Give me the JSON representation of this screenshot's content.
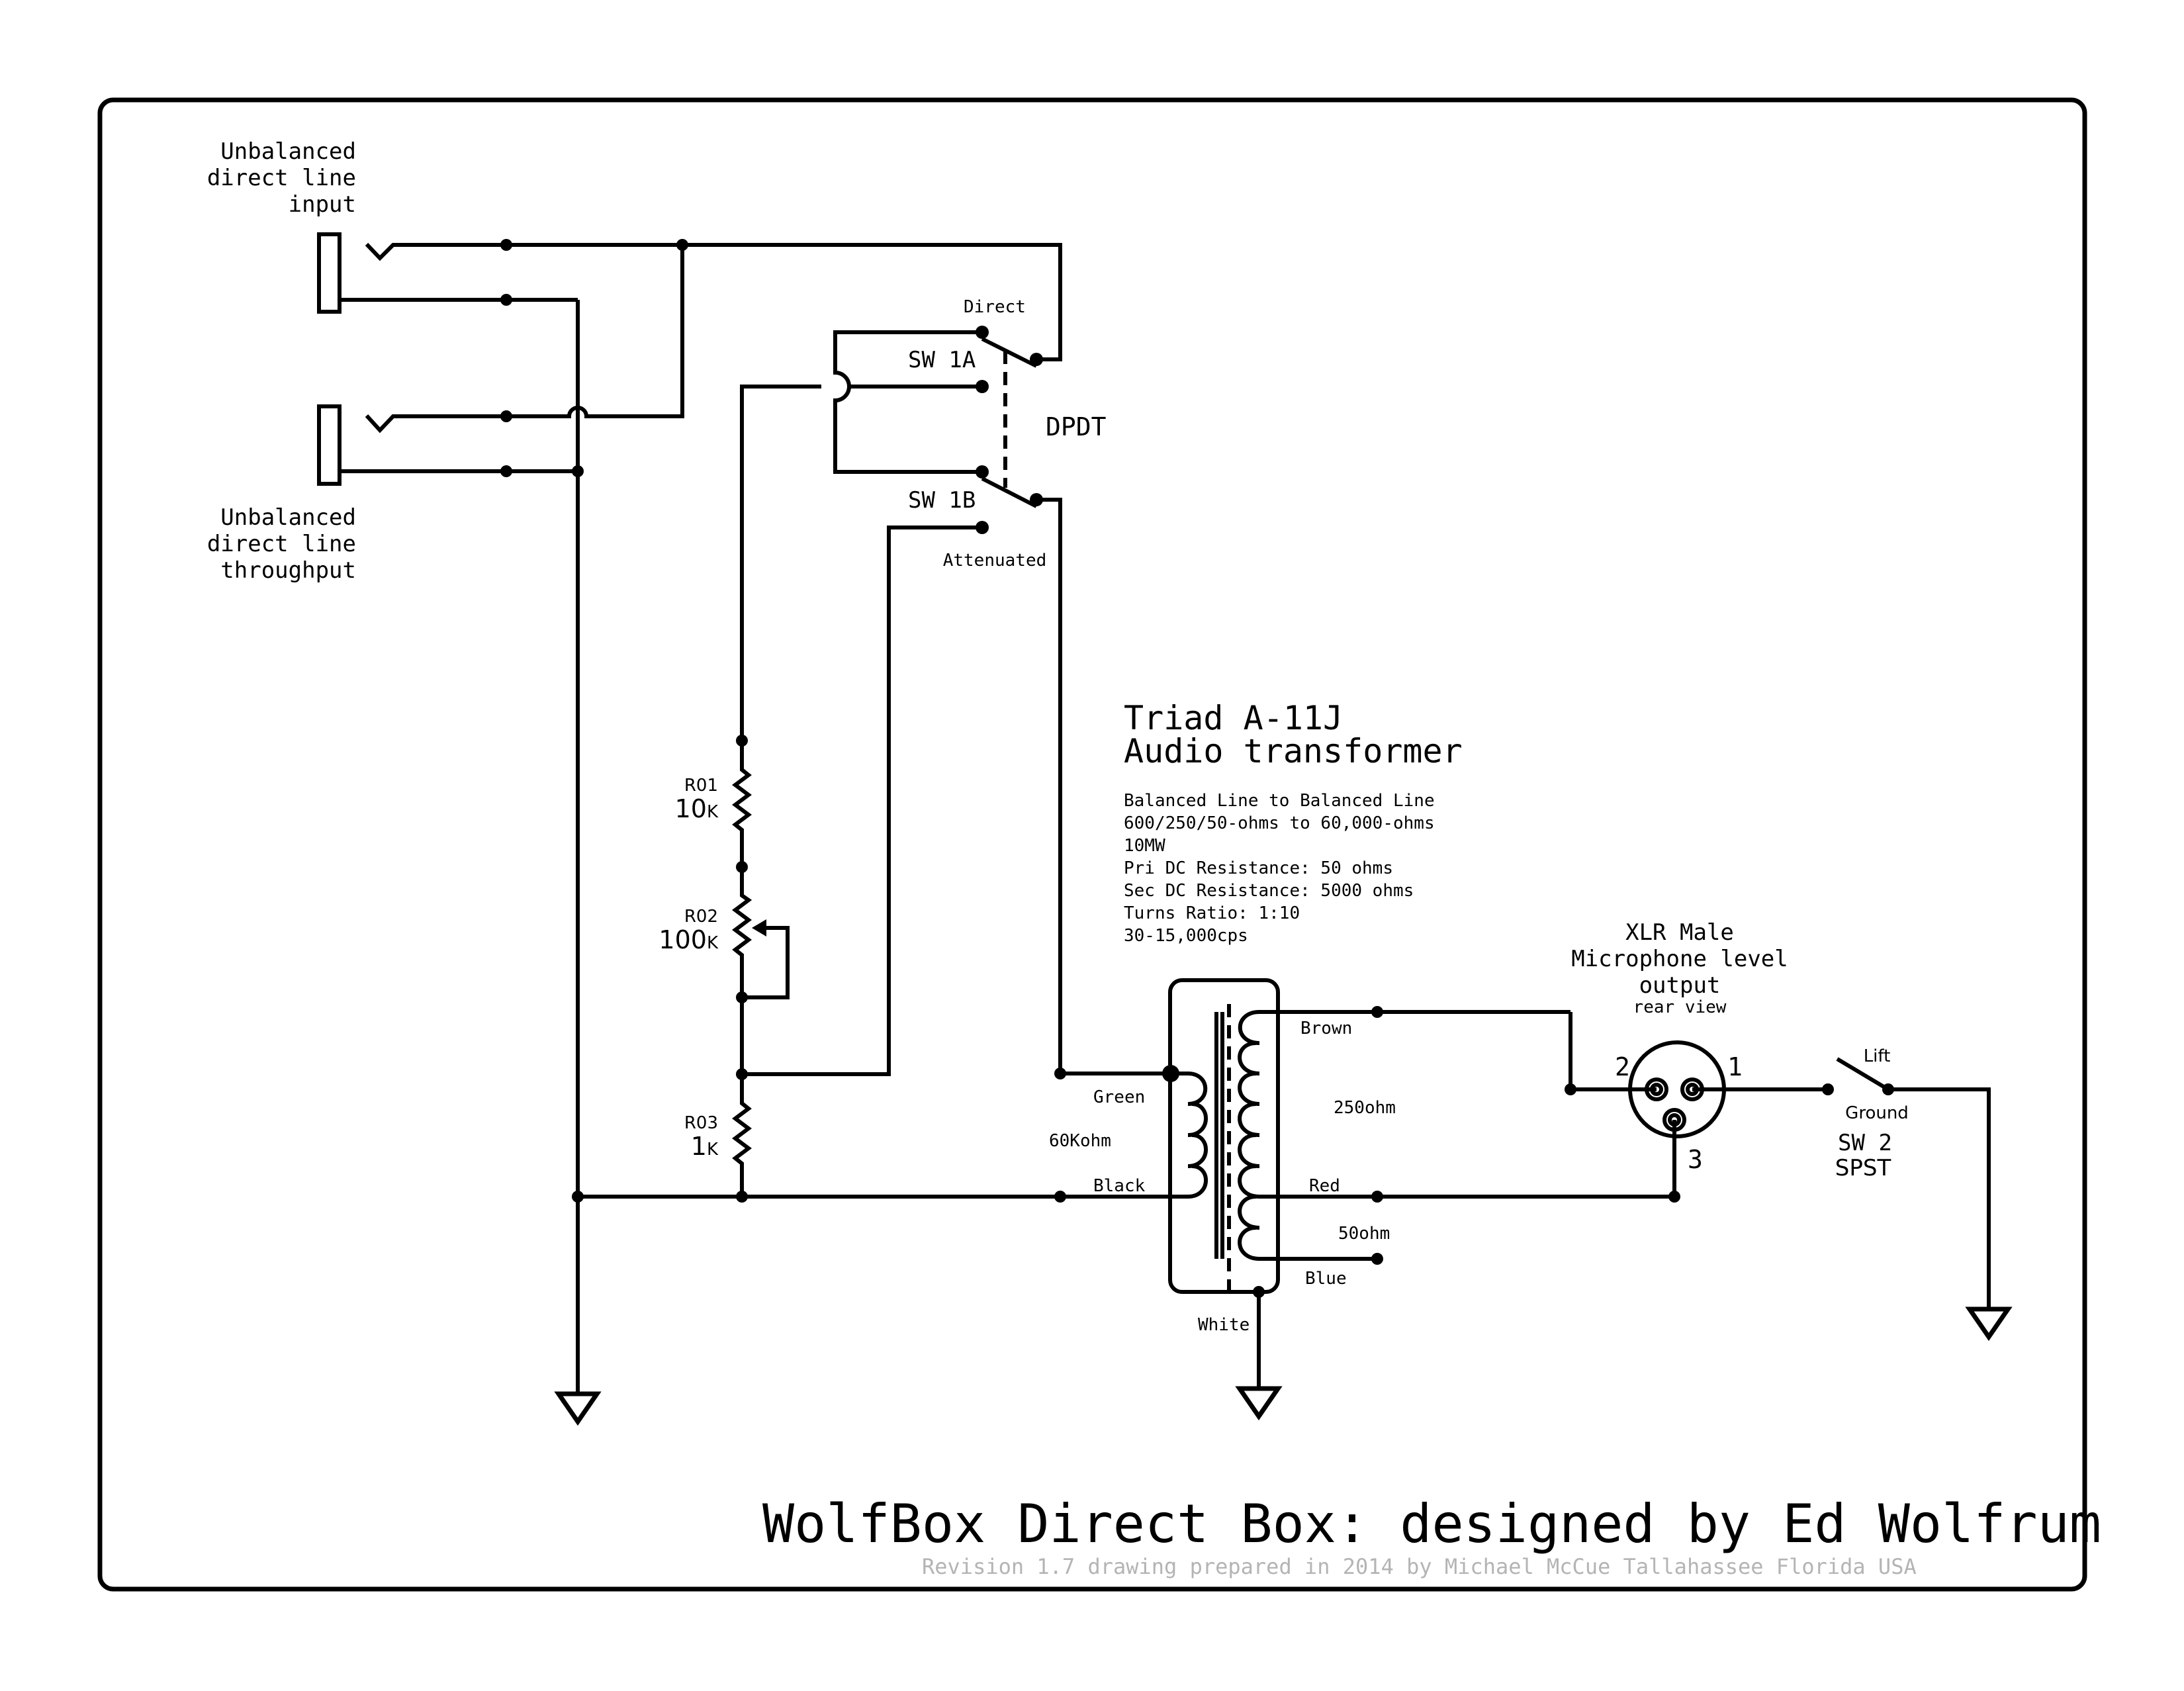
{
  "title": "WolfBox Direct Box:  designed by Ed Wolfrum",
  "revision": "Revision 1.7 drawing prepared in 2014 by Michael McCue Tallahassee Florida USA",
  "colors": {
    "ink": "#000000",
    "revision_text": "#b4b4b4",
    "background": "#ffffff"
  },
  "jacks": {
    "input": {
      "lines": [
        "Unbalanced",
        "direct line",
        "input"
      ]
    },
    "throughput": {
      "lines": [
        "Unbalanced",
        "direct line",
        "throughput"
      ]
    }
  },
  "switch1": {
    "type_label": "DPDT",
    "pole_a": "SW 1A",
    "pole_b": "SW 1B",
    "direct_label": "Direct",
    "attenuated_label": "Attenuated"
  },
  "resistors": [
    {
      "ref": "R01",
      "value": "10",
      "unit": "K"
    },
    {
      "ref": "R02",
      "value": "100",
      "unit": "K"
    },
    {
      "ref": "R03",
      "value": "1",
      "unit": "K"
    }
  ],
  "transformer": {
    "title_lines": [
      "Triad A-11J",
      "Audio transformer"
    ],
    "specs": [
      "Balanced Line to Balanced Line",
      "600/250/50-ohms to 60,000-ohms",
      "10MW",
      "Pri DC Resistance: 50 ohms",
      "Sec DC Resistance: 5000 ohms",
      "Turns Ratio: 1:10",
      "30-15,000cps"
    ],
    "primary_impedance": "60Kohm",
    "secondary_upper": "250ohm",
    "secondary_lower": "50ohm",
    "wires": {
      "green": "Green",
      "black": "Black",
      "brown": "Brown",
      "red": "Red",
      "blue": "Blue",
      "white": "White"
    }
  },
  "xlr": {
    "title_lines": [
      "XLR Male",
      "Microphone level",
      "output"
    ],
    "subtitle": "rear view",
    "pins": [
      "1",
      "2",
      "3"
    ]
  },
  "switch2": {
    "lift_label": "Lift",
    "ground_label": "Ground",
    "ref": "SW 2",
    "type_label": "SPST"
  }
}
